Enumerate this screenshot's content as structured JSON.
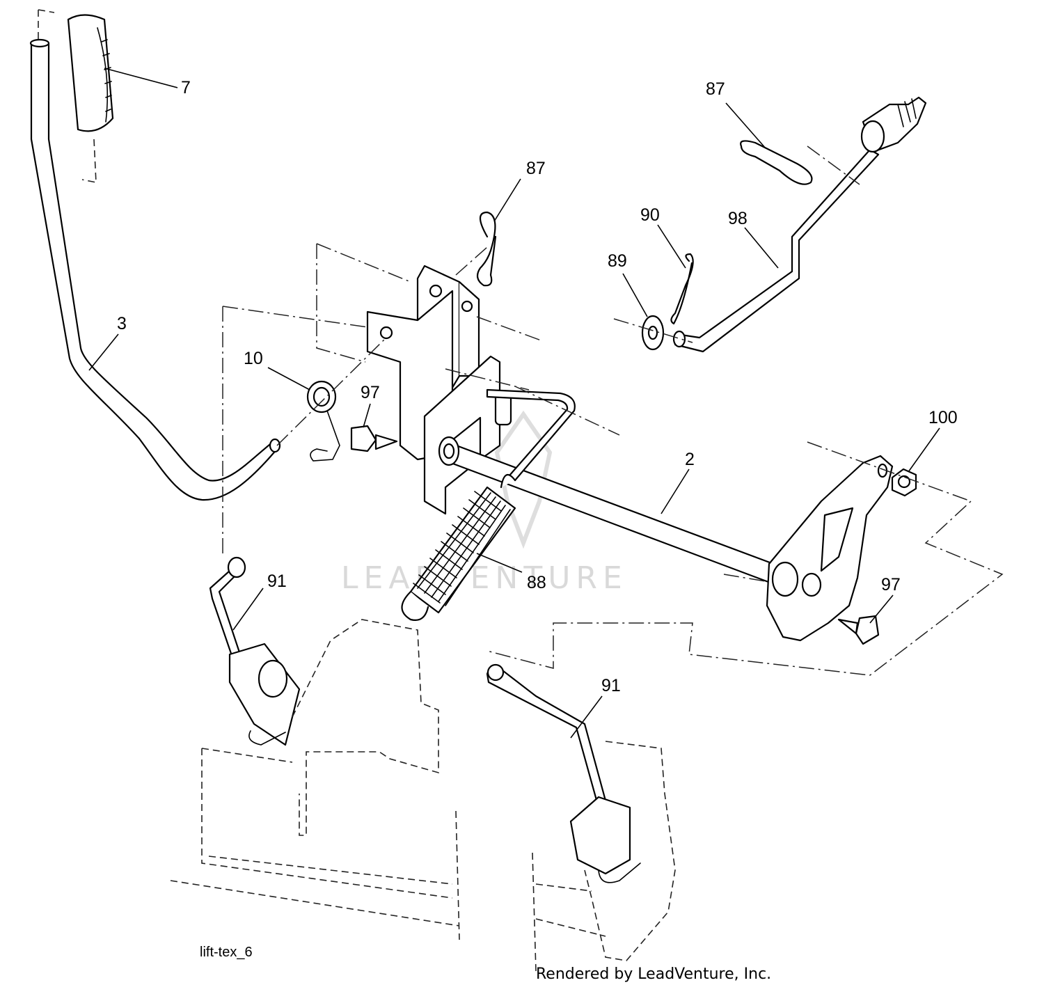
{
  "diagram": {
    "callouts": [
      {
        "label": "7"
      },
      {
        "label": "87"
      },
      {
        "label": "87"
      },
      {
        "label": "90"
      },
      {
        "label": "98"
      },
      {
        "label": "89"
      },
      {
        "label": "3"
      },
      {
        "label": "10"
      },
      {
        "label": "97"
      },
      {
        "label": "2"
      },
      {
        "label": "100"
      },
      {
        "label": "91"
      },
      {
        "label": "88"
      },
      {
        "label": "97"
      },
      {
        "label": "91"
      }
    ],
    "figure_id": "lift-tex_6",
    "credit": "Rendered by LeadVenture, Inc.",
    "watermark": "LEADVENTURE",
    "colors": {
      "ink": "#000000",
      "watermark": "#d9d9d9",
      "background": "#ffffff"
    }
  }
}
